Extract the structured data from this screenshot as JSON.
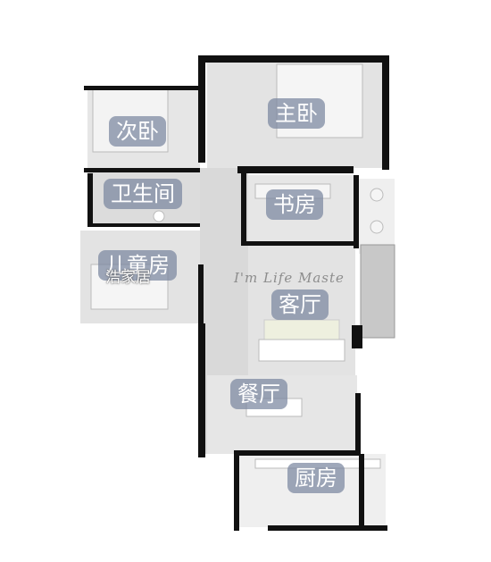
{
  "rooms": {
    "second_bedroom": "次卧",
    "master_bedroom": "主卧",
    "bathroom": "卫生间",
    "study": "书房",
    "kids_room": "儿童房",
    "living_room": "客厅",
    "dining_room": "餐厅",
    "kitchen": "厨房"
  },
  "watermark": {
    "brand": "浩家居",
    "script": "I'm Life Maste"
  },
  "colors": {
    "wall": "#111111",
    "floor": "#e3e3e3",
    "label_bg": "#7a86a0",
    "label_text": "#ffffff"
  }
}
